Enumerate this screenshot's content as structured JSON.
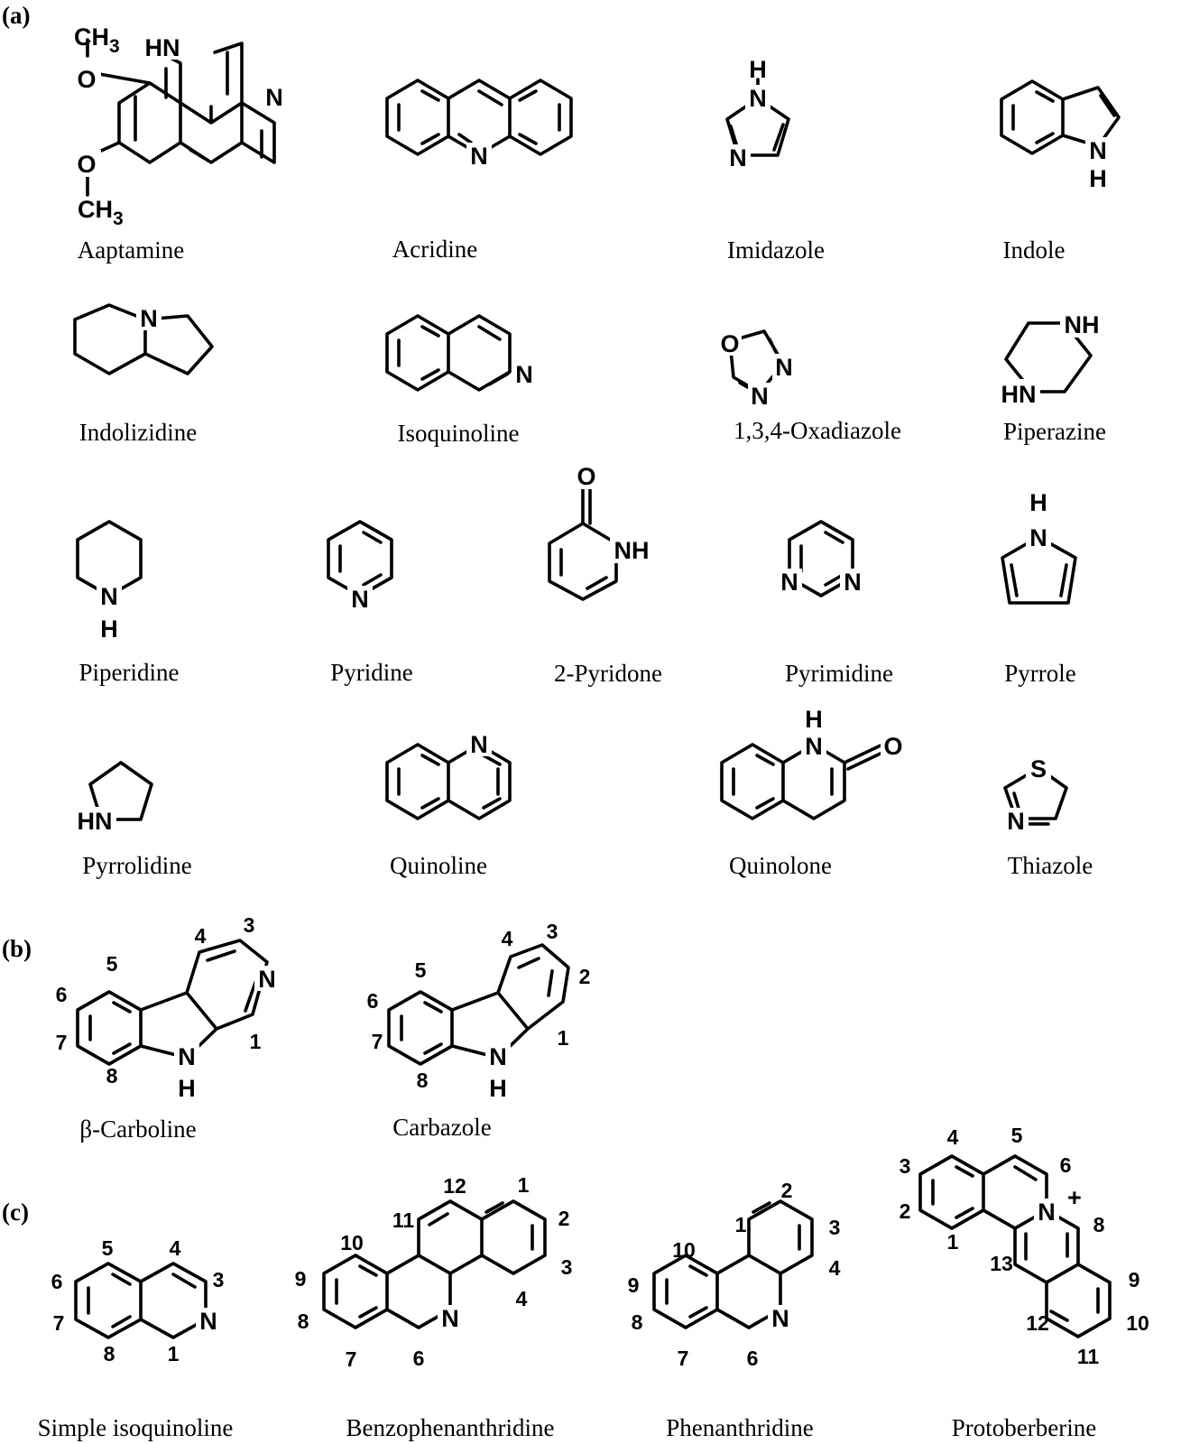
{
  "panels": [
    "(a)",
    "(b)",
    "(c)"
  ],
  "names": {
    "aaptamine": "Aaptamine",
    "acridine": "Acridine",
    "imidazole": "Imidazole",
    "indole": "Indole",
    "indolizidine": "Indolizidine",
    "isoquinoline": "Isoquinoline",
    "oxadiazole": "1,3,4-Oxadiazole",
    "piperazine": "Piperazine",
    "piperidine": "Piperidine",
    "pyridine": "Pyridine",
    "pyridone": "2-Pyridone",
    "pyrimidine": "Pyrimidine",
    "pyrrole": "Pyrrole",
    "pyrrolidine": "Pyrrolidine",
    "quinoline": "Quinoline",
    "quinolone": "Quinolone",
    "thiazole": "Thiazole",
    "beta_carboline": "β-Carboline",
    "carbazole": "Carbazole",
    "simple_isoquinoline": "Simple isoquinoline",
    "benzophenanthridine": "Benzophenanthridine",
    "phenanthridine": "Phenanthridine",
    "protoberberine": "Protoberberine"
  },
  "atoms": {
    "N": "N",
    "NH": "NH",
    "HN": "HN",
    "H": "H",
    "O": "O",
    "S": "S",
    "CH": "CH",
    "sub3": "3",
    "plus": "+"
  },
  "locants": {
    "bc": [
      "1",
      "3",
      "4",
      "5",
      "6",
      "7",
      "8"
    ],
    "cz": [
      "1",
      "2",
      "3",
      "4",
      "5",
      "6",
      "7",
      "8"
    ],
    "siq": [
      "1",
      "3",
      "4",
      "5",
      "6",
      "7",
      "8"
    ],
    "bz": [
      "1",
      "2",
      "3",
      "4",
      "6",
      "7",
      "8",
      "9",
      "10",
      "11",
      "12"
    ],
    "ph": [
      "1",
      "2",
      "3",
      "4",
      "6",
      "7",
      "8",
      "9",
      "10"
    ],
    "pb": [
      "3",
      "4",
      "5",
      "6",
      "2",
      "1",
      "8",
      "13",
      "9",
      "12",
      "10",
      "11"
    ]
  }
}
